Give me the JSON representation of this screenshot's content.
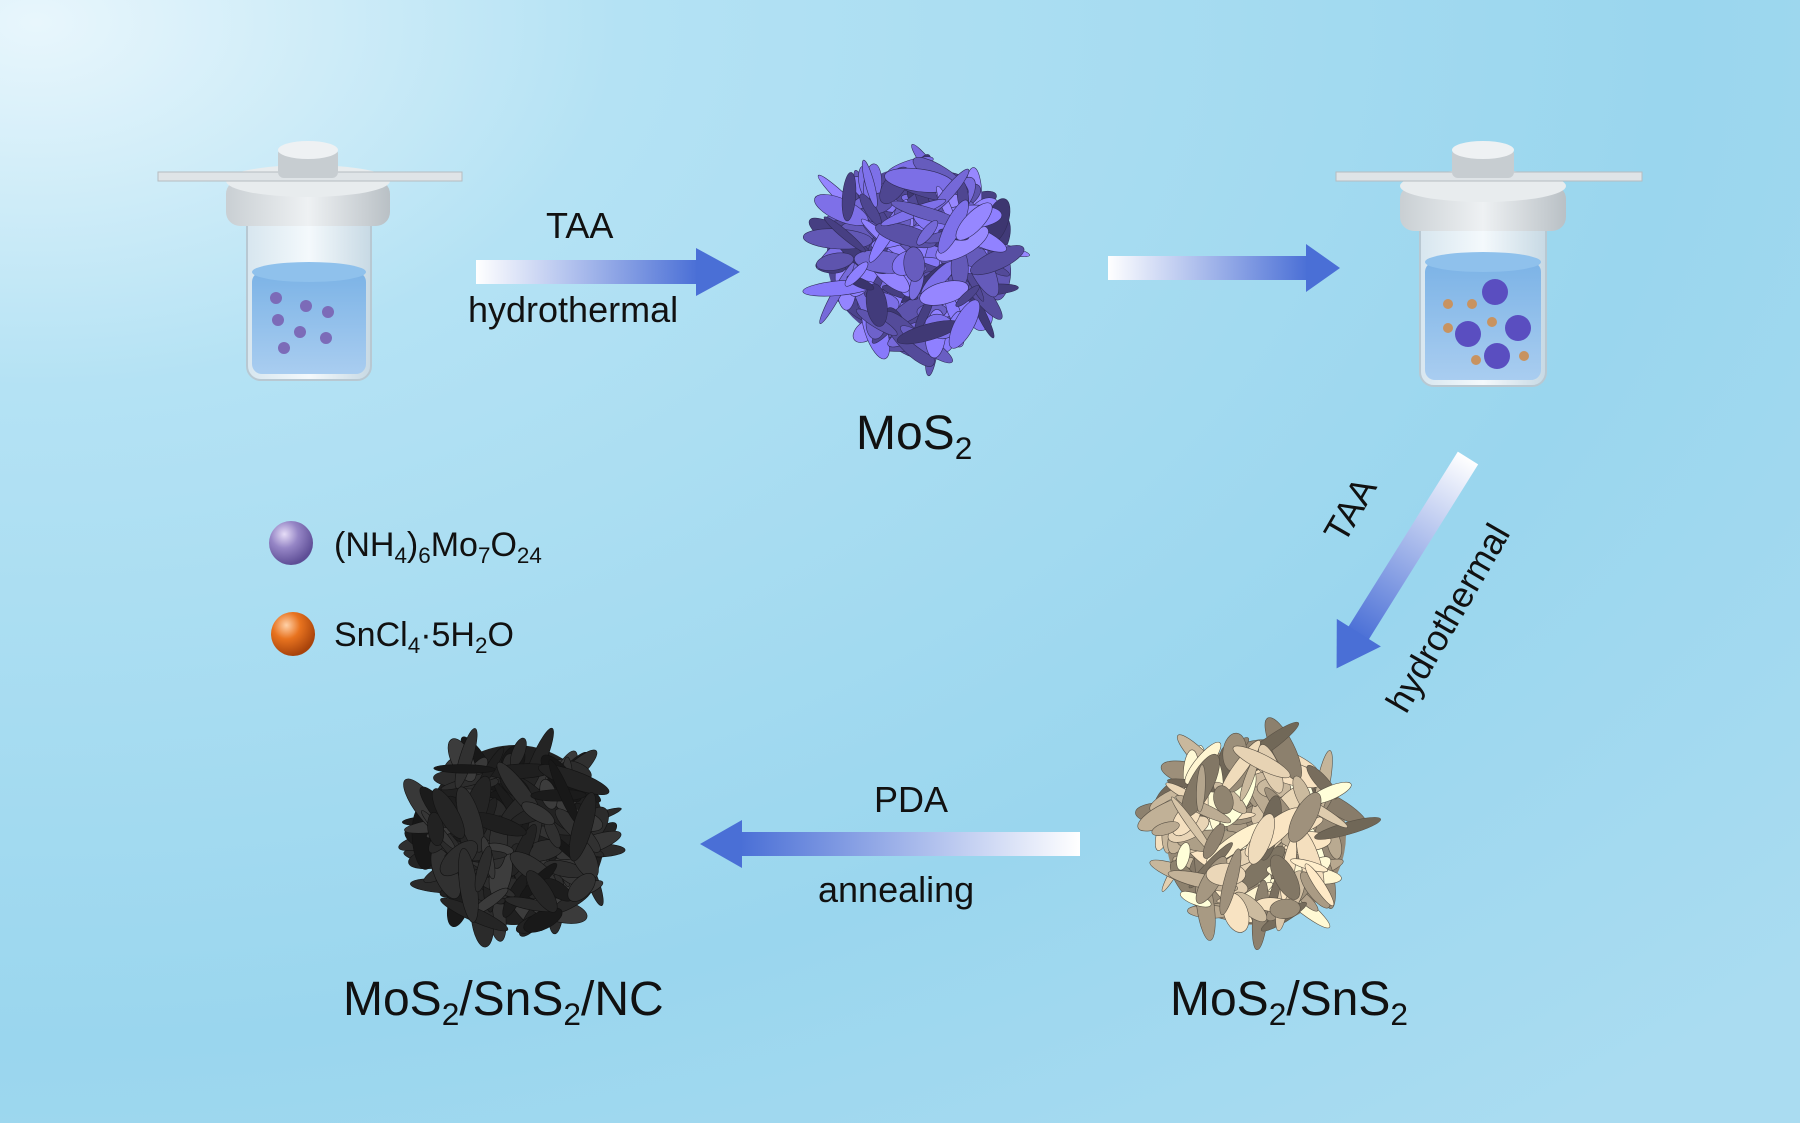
{
  "steps": {
    "step1": {
      "top_label": "TAA",
      "bottom_label": "hydrothermal"
    },
    "step3": {
      "top_label": "TAA",
      "bottom_label": "hydrothermal"
    },
    "step4": {
      "top_label": "PDA",
      "bottom_label": "annealing"
    }
  },
  "products": {
    "mos2": {
      "main": "MoS",
      "sub": "2"
    },
    "mos2_sns2": {
      "p1": "MoS",
      "s1": "2",
      "p2": "/SnS",
      "s2": "2"
    },
    "final": {
      "p1": "MoS",
      "s1": "2",
      "p2": "/SnS",
      "s2": "2",
      "p3": "/NC"
    }
  },
  "legend": {
    "item1": {
      "a": "(NH",
      "b": "4",
      "c": ")",
      "d": "6",
      "e": "Mo",
      "f": "7",
      "g": "O",
      "h": "24",
      "color": "#7b6aa8"
    },
    "item2": {
      "a": "SnCl",
      "b": "4",
      "c": "·5H",
      "d": "2",
      "e": "O",
      "color": "#d9621a"
    }
  },
  "colors": {
    "background_light": "#d4eef9",
    "background_main": "#9ad6ee",
    "arrow": "#4a6fd6",
    "mos2_sphere": "#6a5fc4",
    "mos2_sns2_sphere": "#c8b79c",
    "final_sphere": "#2a2a2a"
  },
  "icons": {
    "reactor1": "autoclave-with-purple-precursor-icon",
    "reactor2": "autoclave-with-mos2-and-tin-precursor-icon",
    "sphere1": "mos2-nanoflower-icon",
    "sphere2": "mos2-sns2-nanoflower-icon",
    "sphere3": "mos2-sns2-nc-nanoflower-icon"
  }
}
